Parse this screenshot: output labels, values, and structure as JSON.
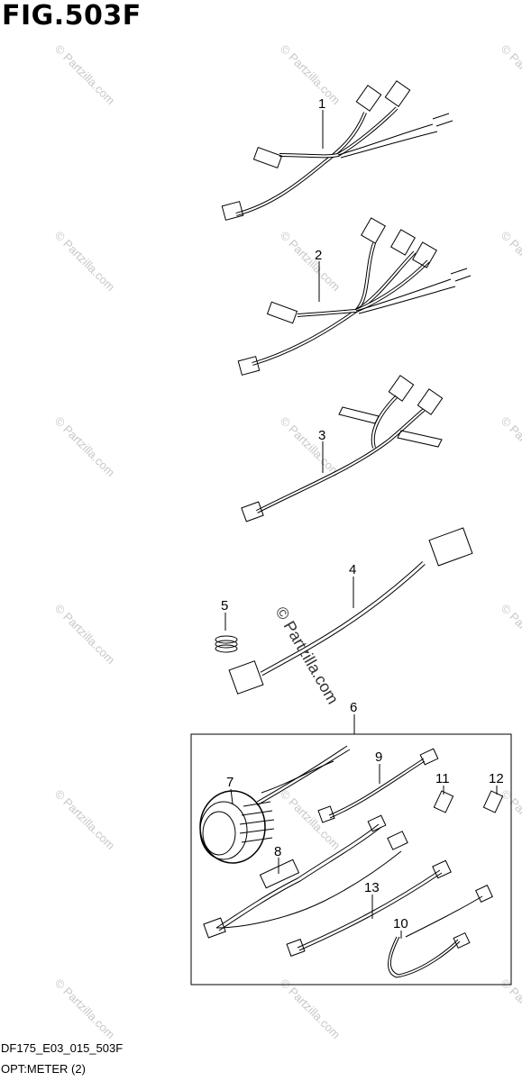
{
  "figure": {
    "title": "FIG.503F",
    "code": "DF175_E03_015_503F",
    "description": "OPT:METER (2)"
  },
  "watermark": {
    "small": "© Partzilla.com",
    "large": "© Partzilla.com"
  },
  "callouts": [
    "1",
    "2",
    "3",
    "4",
    "5",
    "6",
    "7",
    "8",
    "9",
    "10",
    "11",
    "12",
    "13"
  ],
  "colors": {
    "line": "#000000",
    "watermark": "#c8c8c8"
  }
}
